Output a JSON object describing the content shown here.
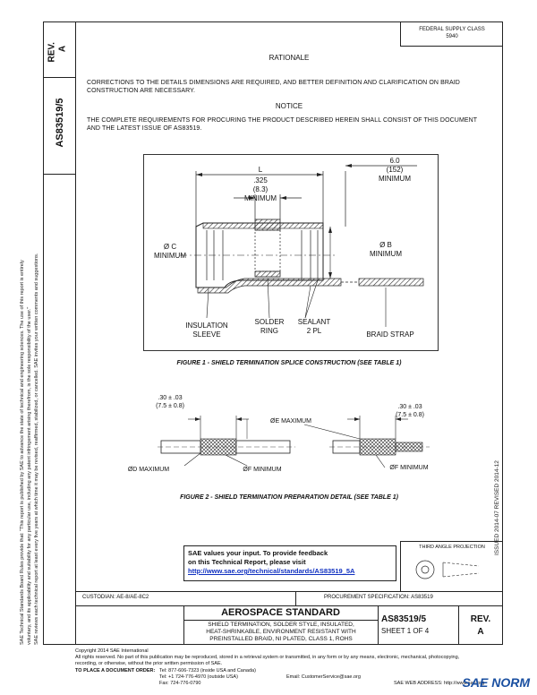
{
  "left_column": {
    "rev_label": "REV.",
    "rev_value": "A",
    "doc_number": "AS83519/5"
  },
  "header": {
    "fsc_label": "FEDERAL SUPPLY CLASS",
    "fsc_value": "5940"
  },
  "body": {
    "rationale_heading": "RATIONALE",
    "rationale_text": "CORRECTIONS TO THE DETAILS DIMENSIONS ARE REQUIRED, AND BETTER DEFINITION AND CLARIFICATION ON BRAID CONSTRUCTION ARE NECESSARY.",
    "notice_heading": "NOTICE",
    "notice_text": "THE COMPLETE REQUIREMENTS FOR PROCURING THE PRODUCT DESCRIBED HEREIN SHALL CONSIST OF THIS DOCUMENT AND THE LATEST ISSUE OF AS83519."
  },
  "figure1": {
    "caption": "FIGURE 1 - SHIELD TERMINATION SPLICE CONSTRUCTION (SEE TABLE 1)",
    "dim_l": "L",
    "dim_6": "6.0",
    "dim_6_mm": "(152)",
    "dim_6_min": "MINIMUM",
    "dim_325": ".325",
    "dim_325_mm": "(8.3)",
    "dim_325_min": "MINIMUM",
    "dia_c": "Ø C",
    "dia_c_min": "MINIMUM",
    "dia_b": "Ø B",
    "dia_b_min": "MINIMUM",
    "insulation_1": "INSULATION",
    "insulation_2": "SLEEVE",
    "solder_1": "SOLDER",
    "solder_2": "RING",
    "sealant_1": "SEALANT",
    "sealant_2": "2 PL",
    "braid": "BRAID STRAP"
  },
  "figure2": {
    "caption": "FIGURE 2 - SHIELD TERMINATION PREPARATION DETAIL (SEE TABLE 1)",
    "left_dim": ".30 ± .03",
    "left_dim_mm": "(7.5 ± 0.8)",
    "right_dim": ".30 ± .03",
    "right_dim_mm": "(7.5 ± 0.8)",
    "de_max": "ØE MAXIMUM",
    "dd_max": "ØD MAXIMUM",
    "df_min_1": "ØF MINIMUM",
    "df_min_2": "ØF MINIMUM"
  },
  "side_notice": {
    "line1": "SAE Technical Standards Board Rules provide that: \"This report is published by SAE to advance the state of technical and engineering sciences. The use of this report is entirely",
    "line2": "voluntary, and its applicability and suitability for any particular use, including any patent infringement arising therefrom, is the sole responsibility of the user.\"",
    "line3": "SAE reviews each technical report at least every five years at which time it may be revised, reaffirmed, stabilized, or cancelled. SAE invites your written comments and suggestions."
  },
  "right_vertical": "ISSUED 2014-07   REVISED 2014-12",
  "feedback": {
    "line1": "SAE values your input. To provide feedback",
    "line2": "on this Technical Report, please visit",
    "link": "http://www.sae.org/technical/standards/AS83519_5A"
  },
  "third_angle": "THIRD ANGLE PROJECTION",
  "title_block": {
    "custodian": "CUSTODIAN: AE-8/AE-8C2",
    "procurement": "PROCUREMENT SPECIFICATION: AS83519",
    "standard": "AEROSPACE STANDARD",
    "desc_1": "SHIELD TERMINATION, SOLDER STYLE, INSULATED,",
    "desc_2": "HEAT-SHRINKABLE, ENVIRONMENT RESISTANT WITH",
    "desc_3": "PREINSTALLED BRAID, NI PLATED, CLASS 1, ROHS",
    "doc_number": "AS83519/5",
    "sheet": "SHEET 1 OF 4",
    "rev_label": "REV.",
    "rev_value": "A"
  },
  "footer": {
    "copyright": "Copyright 2014 SAE International",
    "rights": "All rights reserved. No part of this publication may be reproduced, stored in a retrieval system or transmitted, in any form or by any means, electronic, mechanical, photocopying,",
    "rights2": "recording, or otherwise, without the prior written permission of SAE.",
    "order": "TO PLACE A DOCUMENT ORDER:",
    "tel1": "Tel: 877-606-7323 (inside USA and Canada)",
    "tel2": "Tel: +1 724-776-4970 (outside USA)",
    "fax": "Fax: 724-776-0790",
    "email": "Email: CustomerService@sae.org",
    "web": "SAE WEB ADDRESS: http://www.sae.org",
    "logo": "SAE NORM"
  }
}
